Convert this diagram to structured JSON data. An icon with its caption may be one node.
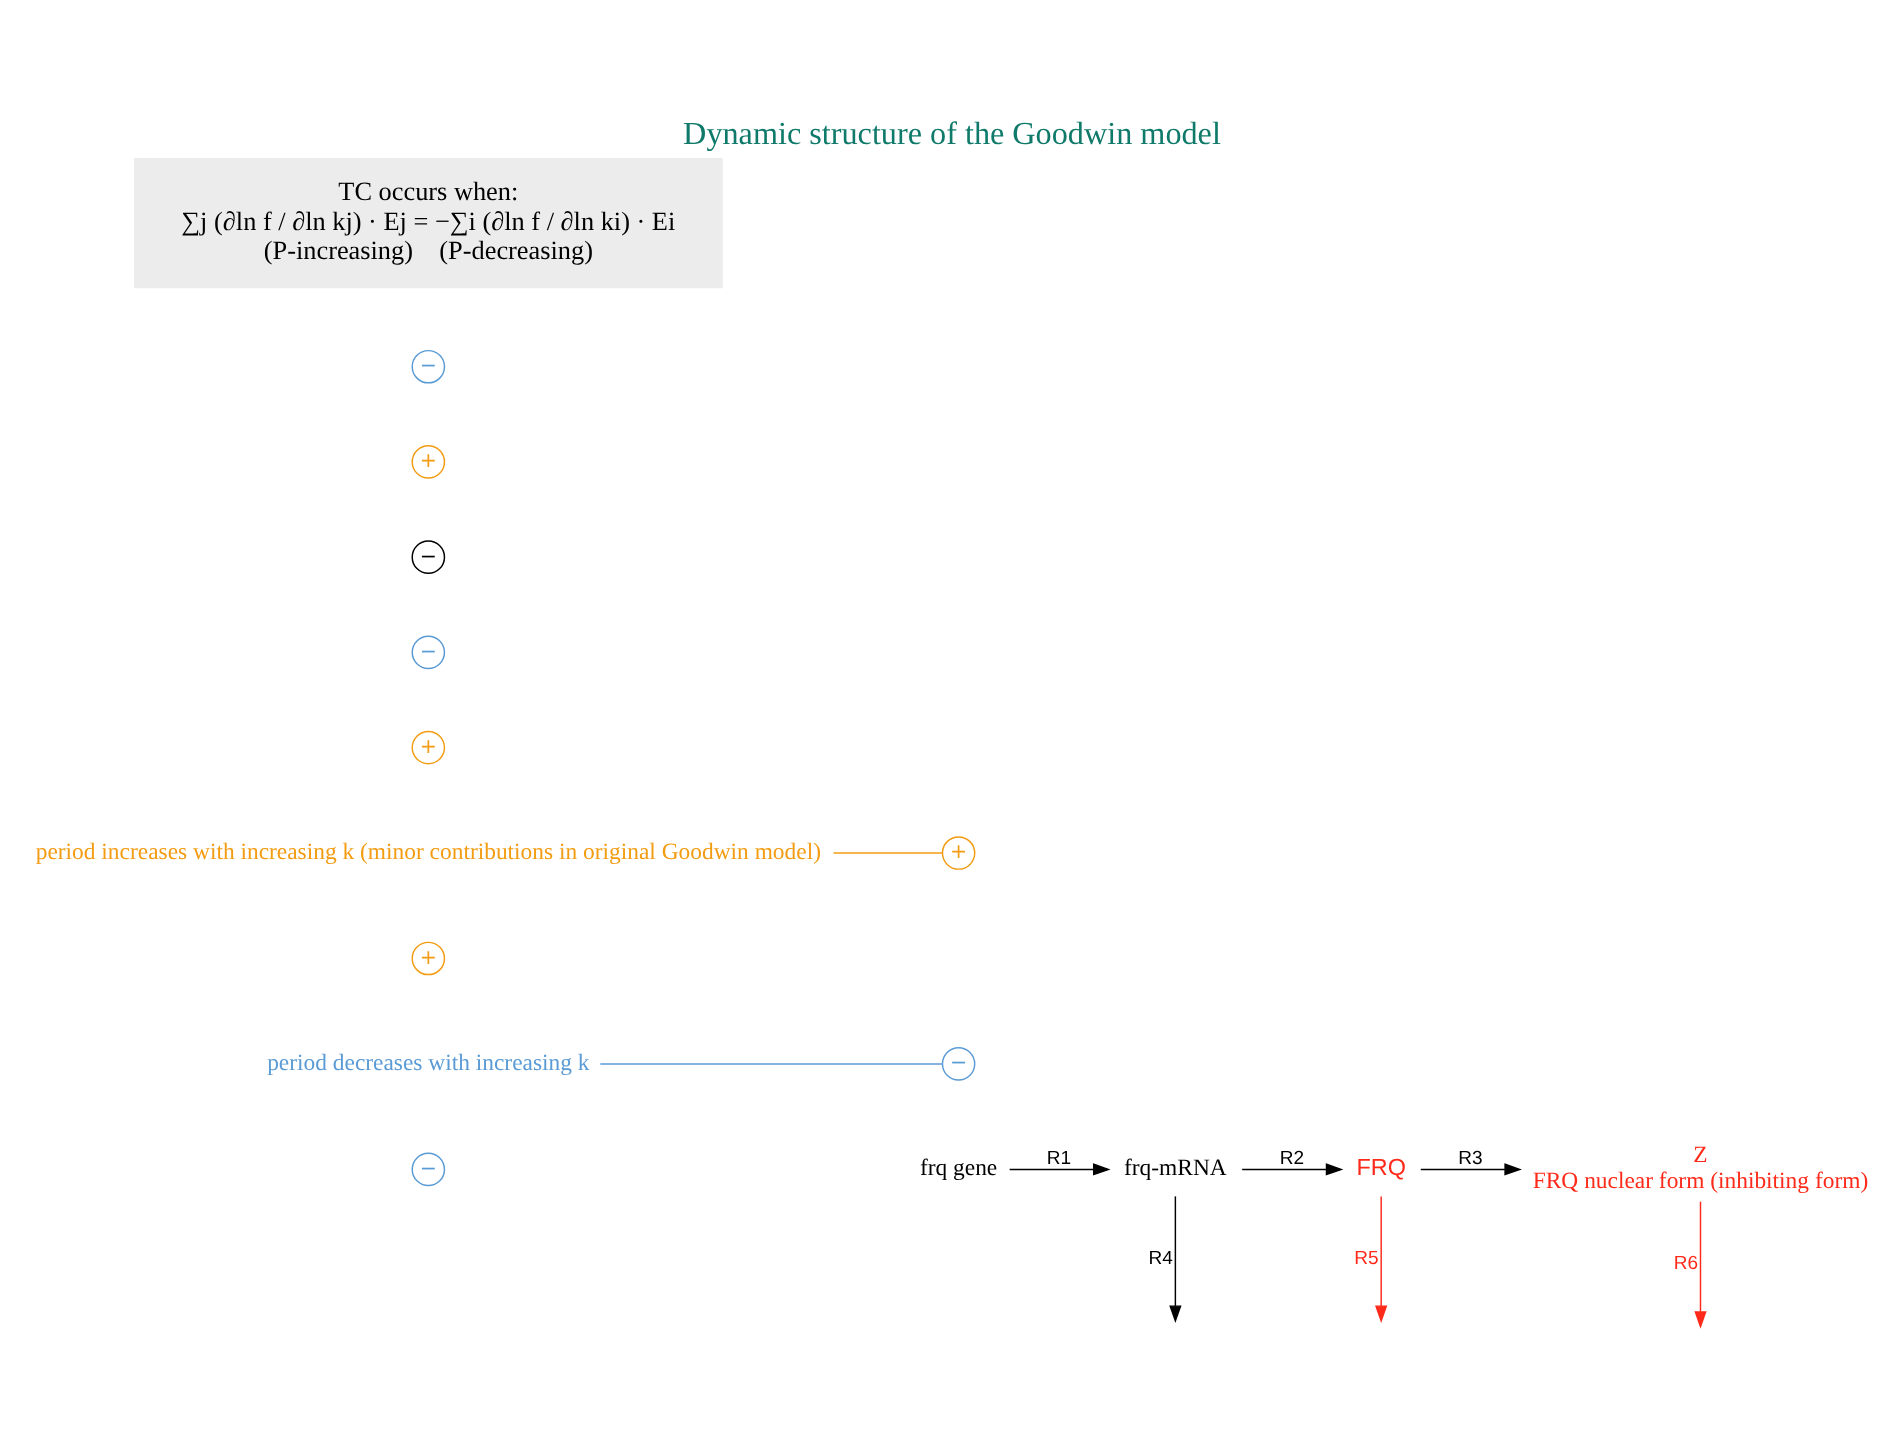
{
  "diagram": {
    "title": "Dynamic structure of the Goodwin model",
    "nodes": [
      {
        "text": [
          "frq gene"
        ]
      },
      {
        "text": [
          "frq-mRNA"
        ]
      },
      {
        "text": [
          "FRQ"
        ]
      },
      {
        "text": [
          "Z",
          "FRQ nuclear form (inhibiting form)"
        ]
      },
      {
        "text": [
          "−"
        ]
      },
      {
        "text": [
          "period decreases with increasing k"
        ]
      },
      {
        "text": [
          "+"
        ]
      },
      {
        "text": [
          "period increases with increasing k (minor contributions in original Goodwin model)"
        ]
      },
      {
        "text": [
          "−"
        ]
      },
      {
        "text": [
          "+"
        ]
      },
      {
        "text": [
          "+"
        ]
      },
      {
        "text": [
          "−"
        ]
      },
      {
        "text": [
          "−"
        ]
      },
      {
        "text": [
          "+"
        ]
      },
      {
        "text": [
          "−"
        ]
      },
      {
        "text": [
          "TC occurs when:",
          "∑j (∂ln f / ∂ln kj) · Ej = −∑i (∂ln f / ∂ln ki) · Ei",
          "(P-increasing)    (P-decreasing)"
        ]
      }
    ],
    "edges": [
      {
        "from": 0,
        "to": 1,
        "arrow": "to",
        "label": "R1"
      },
      {
        "from": 1,
        "to": null,
        "arrow": "to",
        "label": "R4"
      },
      {
        "from": 1,
        "to": 2,
        "arrow": "to",
        "label": "R2"
      },
      {
        "from": 2,
        "to": null,
        "arrow": "to",
        "label": "R5",
        "color": "#ff2a1a"
      },
      {
        "from": 2,
        "to": 3,
        "arrow": "to",
        "label": "R3"
      },
      {
        "from": 3,
        "to": null,
        "arrow": "to",
        "label": "R6",
        "color": "#ff2a1a"
      },
      {
        "from": 5,
        "to": 8,
        "arrow": "none",
        "color": "#5b9bd5"
      },
      {
        "from": 7,
        "to": 9,
        "arrow": "none",
        "color": "#f39c12"
      }
    ]
  }
}
